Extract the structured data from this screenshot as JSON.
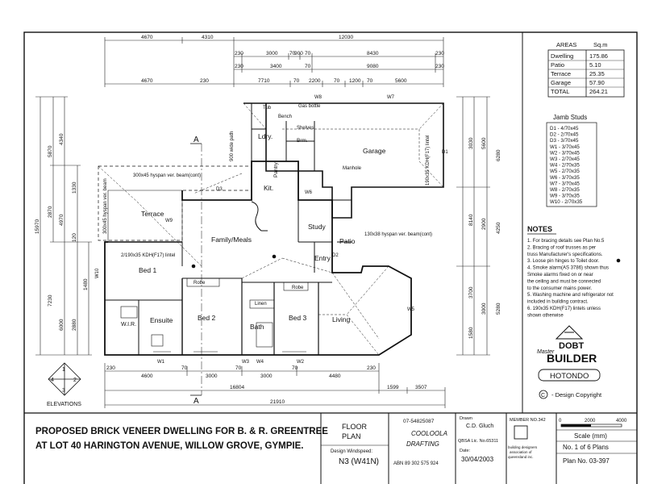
{
  "areas": {
    "header": "AREAS",
    "unit": "Sq.m",
    "rows": [
      {
        "label": "Dwelling",
        "value": "175.86"
      },
      {
        "label": "Patio",
        "value": "5.10"
      },
      {
        "label": "Terrace",
        "value": "25.35"
      },
      {
        "label": "Garage",
        "value": "57.90"
      },
      {
        "label": "TOTAL",
        "value": "264.21"
      }
    ]
  },
  "jamb": {
    "title": "Jamb Studs",
    "rows": [
      "D1 - 4/70x45",
      "D2 - 2/70x45",
      "D3 - 3/70x45",
      "W1 - 3/70x45",
      "W2 - 3/70x45",
      "W3 - 2/70x45",
      "W4 - 2/70x35",
      "W5 - 2/70x35",
      "W6 - 3/70x35",
      "W7 - 3/70x45",
      "W8 - 2/70x35",
      "W9 - 3/70x35",
      "W10 - 2/70x35"
    ]
  },
  "notes": {
    "title": "NOTES",
    "lines": [
      "1. For bracing details see Plan No.5",
      "2. Bracing of roof trusses as per",
      "   truss Manufacturer's specifications.",
      "3. Loose pin hinges to Toilet door.",
      "4. Smoke alarm(AS 3786) shown thus",
      "   Smoke alarms fixed on or near",
      "   the ceiling and must be connected",
      "   to the consumer mains power.",
      "5. Washing machine and refrigerator not",
      "   included in building contract.",
      "6. 190x35 KDH(F17) lintels unless",
      "   shown otherwise"
    ]
  },
  "rooms": {
    "garage": "Garage",
    "ldry": "Ldry.",
    "brm": "Brm.",
    "pantry": "Pantry",
    "kit": "Kit.",
    "family": "Family/Meals",
    "terrace": "Terrace",
    "study": "Study",
    "patio": "Patio",
    "entry": "Entry",
    "bed1": "Bed 1",
    "wir": "W.I.R.",
    "ensuite": "Ensuite",
    "bed2": "Bed 2",
    "bath": "Bath",
    "linen": "Linen",
    "bed3": "Bed 3",
    "living": "Living",
    "robe1": "Robe",
    "robe2": "Robe",
    "tub": "Tub",
    "bench": "Bench",
    "shelves": "Shelves",
    "manhole": "Manhole"
  },
  "dims": {
    "top1": [
      "4670",
      "4310",
      "12030"
    ],
    "top2": [
      "230",
      "3000",
      "70",
      "900",
      "70",
      "8430",
      "230"
    ],
    "top3": [
      "230",
      "3400",
      "70",
      "9080",
      "230"
    ],
    "top4": [
      "4670",
      "230",
      "7710",
      "70",
      "2200",
      "70",
      "1200",
      "70",
      "5600"
    ],
    "bottom1": [
      "230",
      "4600",
      "70",
      "3000",
      "70",
      "3000",
      "70",
      "4480",
      "230"
    ],
    "bottom2": [
      "16804",
      "1599",
      "3507"
    ],
    "bottom3": [
      "21910"
    ],
    "left_outer": "15970",
    "left": [
      "5870",
      "4340",
      "2870",
      "1330",
      "4970",
      "120",
      "7230",
      "6000",
      "1480",
      "2880"
    ],
    "right": [
      "6280",
      "3030",
      "5600",
      "8140",
      "4250",
      "2900",
      "5280",
      "3000",
      "1580",
      "3700"
    ]
  },
  "labels": {
    "section_a": "A",
    "elevations": "ELEVATIONS",
    "wide_path": "900 wide path",
    "beam1": "300x45 hyspan ver. beam(cont)",
    "beam2": "300x45 hyspan ver. beam",
    "beam3": "130x38 hyspan ver. beam(cont)",
    "lintel": "2/190x35 KDH(F17) lintel",
    "lintel2": "190x35 KDH(F17) lintel",
    "gas": "Gas bottle",
    "w_labels": [
      "W1",
      "W2",
      "W3",
      "W4",
      "W5",
      "W6",
      "W7",
      "W8",
      "W9",
      "W10",
      "D1",
      "D2",
      "D3"
    ]
  },
  "logo": {
    "master": "Master",
    "brand1": "DOBT",
    "brand2": "BUILDER",
    "hotondo": "HOTONDO",
    "copyright_symbol": "C",
    "copyright": "- Design Copyright"
  },
  "title_block": {
    "line1": "PROPOSED BRICK VENEER DWELLING FOR B. & R. GREENTREE",
    "line2": "AT LOT 40 HARINGTON AVENUE, WILLOW GROVE, GYMPIE.",
    "floor_plan1": "FLOOR",
    "floor_plan2": "PLAN",
    "windspeed_label": "Design Windspeed:",
    "windspeed": "N3 (W41N)",
    "phone": "07-54825087",
    "drafting1": "COOLOOLA",
    "drafting2": "DRAFTING",
    "abn": "ABN 89 302 575 924",
    "drawn_label": "Drawn",
    "drawn": "C.D. Gluch",
    "qbsa": "QBSA Lic. No.65311",
    "date_label": "Date:",
    "date": "30/04/2003",
    "member": "MEMBER NO.342",
    "assoc1": "building designers",
    "assoc2": "association of",
    "assoc3": "queensland inc.",
    "scale_ticks": [
      "0",
      "2000",
      "4000"
    ],
    "scale_label": "Scale (mm)",
    "sheet": "No. 1 of 6 Plans",
    "plan_no": "Plan No. 03-397"
  }
}
